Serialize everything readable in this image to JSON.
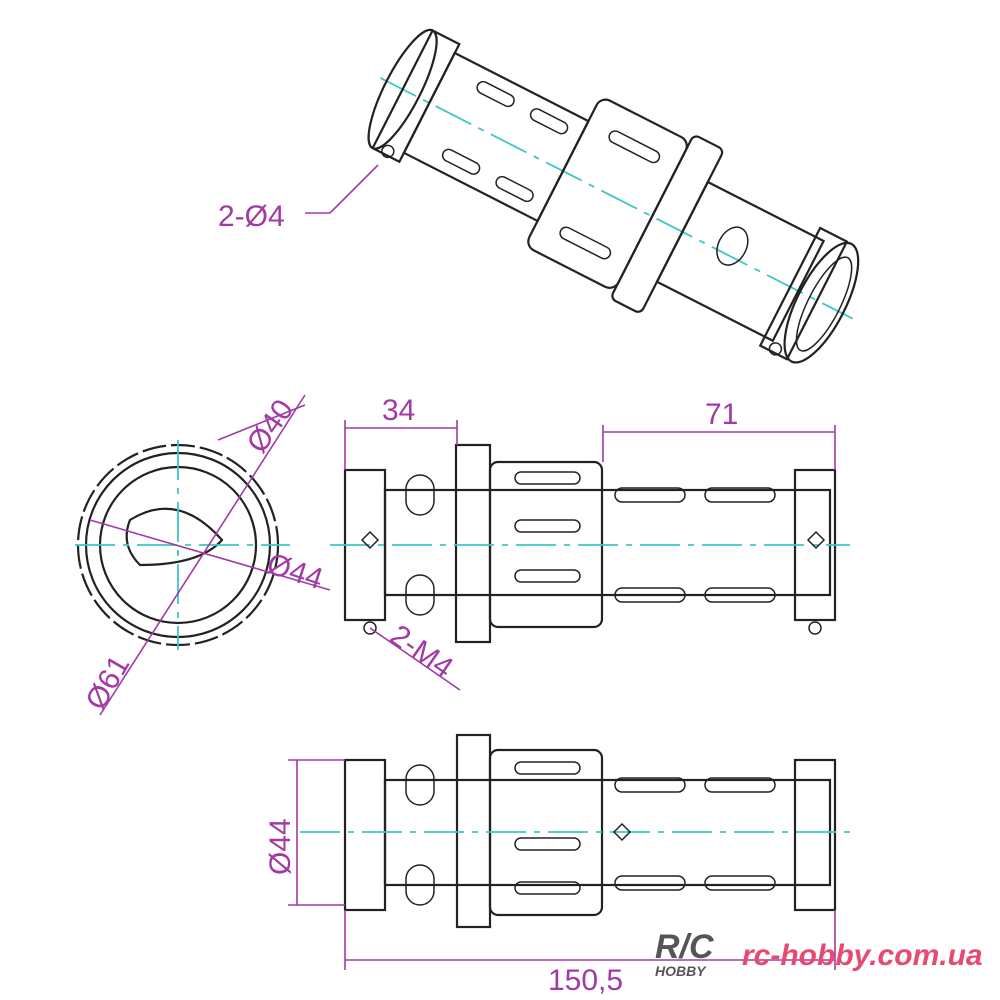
{
  "dimensions": {
    "holes_iso": "2-Ø4",
    "d40": "Ø40",
    "d44_end": "Ø44",
    "d61": "Ø61",
    "m4": "2-M4",
    "len34": "34",
    "len71": "71",
    "d44_side": "Ø44",
    "total_length": "150,5"
  },
  "logo": {
    "mark": "R/C",
    "sub": "HOBBY",
    "site": "rc-hobby.com.ua"
  },
  "colors": {
    "dimension": "#a23aa6",
    "centerline": "#3cc6c6",
    "outline": "#222222",
    "brand": "#e84a6f"
  }
}
